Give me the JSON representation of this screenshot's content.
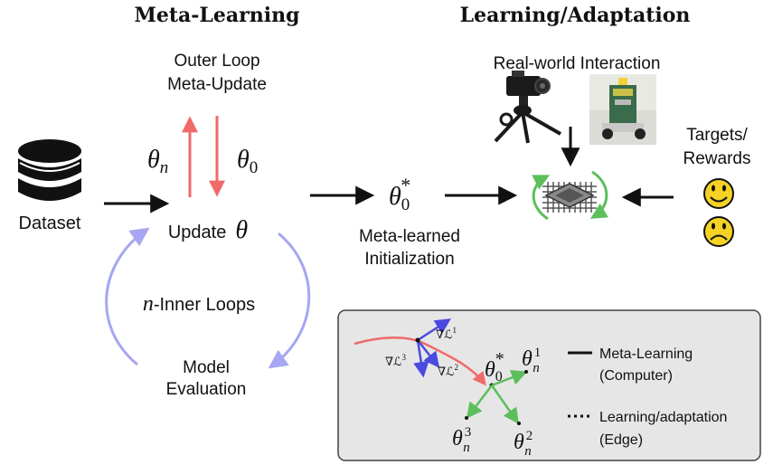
{
  "titles": {
    "meta_learning": "Meta-Learning",
    "learning_adaptation": "Learning/Adaptation"
  },
  "left": {
    "outer_loop_line1": "Outer Loop",
    "outer_loop_line2": "Meta-Update",
    "theta_n": "θ",
    "theta_n_sub": "n",
    "theta_0": "θ",
    "theta_0_sub": "0",
    "dataset": "Dataset",
    "update_text": "Update",
    "update_theta": "θ",
    "inner_loops_n": "n",
    "inner_loops_text": "-Inner Loops",
    "model_eval_line1": "Model",
    "model_eval_line2": "Evaluation"
  },
  "middle": {
    "theta_star": "θ",
    "theta_star_sub": "0",
    "theta_star_sup": "*",
    "init_line1": "Meta-learned",
    "init_line2": "Initialization"
  },
  "right": {
    "real_world": "Real-world Interaction",
    "targets_line1": "Targets/",
    "targets_line2": "Rewards"
  },
  "inset": {
    "grad1": "∇ℒ",
    "grad1_sup": "1",
    "grad2": "∇ℒ",
    "grad2_sup": "2",
    "grad3": "∇ℒ",
    "grad3_sup": "3",
    "theta_star": "θ",
    "theta_star_sub": "0",
    "theta_star_sup": "*",
    "theta_n": "θ",
    "theta_n_sub": "n",
    "sup1": "1",
    "sup2": "2",
    "sup3": "3",
    "legend_solid_line1": "Meta-Learning",
    "legend_solid_line2": "(Computer)",
    "legend_dotted_line1": "Learning/adaptation",
    "legend_dotted_line2": "(Edge)"
  },
  "colors": {
    "outer_loop_red": "#f06a6a",
    "inner_loop_lavender": "#a6a6f2",
    "adapt_green": "#5cbf5c",
    "gradient_blue": "#4a4ae0",
    "inset_bg": "#e6e6e6",
    "smiley_yellow": "#f5d224"
  },
  "icons": [
    "database-icon",
    "camera-tripod-icon",
    "robot-photo-icon",
    "chip-icon",
    "smiley-happy-icon",
    "smiley-sad-icon"
  ]
}
